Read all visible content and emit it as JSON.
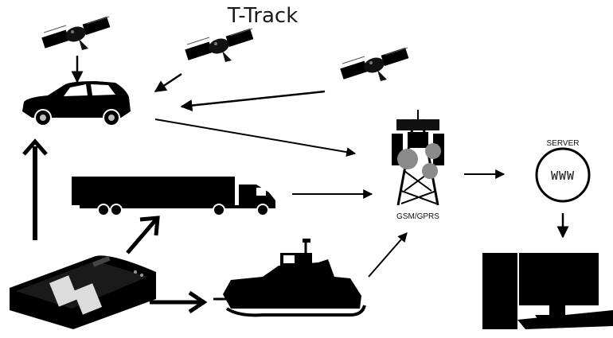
{
  "title": "T-Track",
  "labels": {
    "tower": "GSM/GPRS",
    "server": "SERVER",
    "server_badge": "WWW"
  },
  "icons": [
    "satellite-icon",
    "car-icon",
    "truck-icon",
    "tractor-icon",
    "gps-tracker-device-icon",
    "cell-tower-icon",
    "server-globe-icon",
    "desktop-computer-icon"
  ],
  "colors": {
    "ink": "#000000",
    "tower_dish": "#8a8a8a",
    "device_label": "#dcdcdc"
  }
}
